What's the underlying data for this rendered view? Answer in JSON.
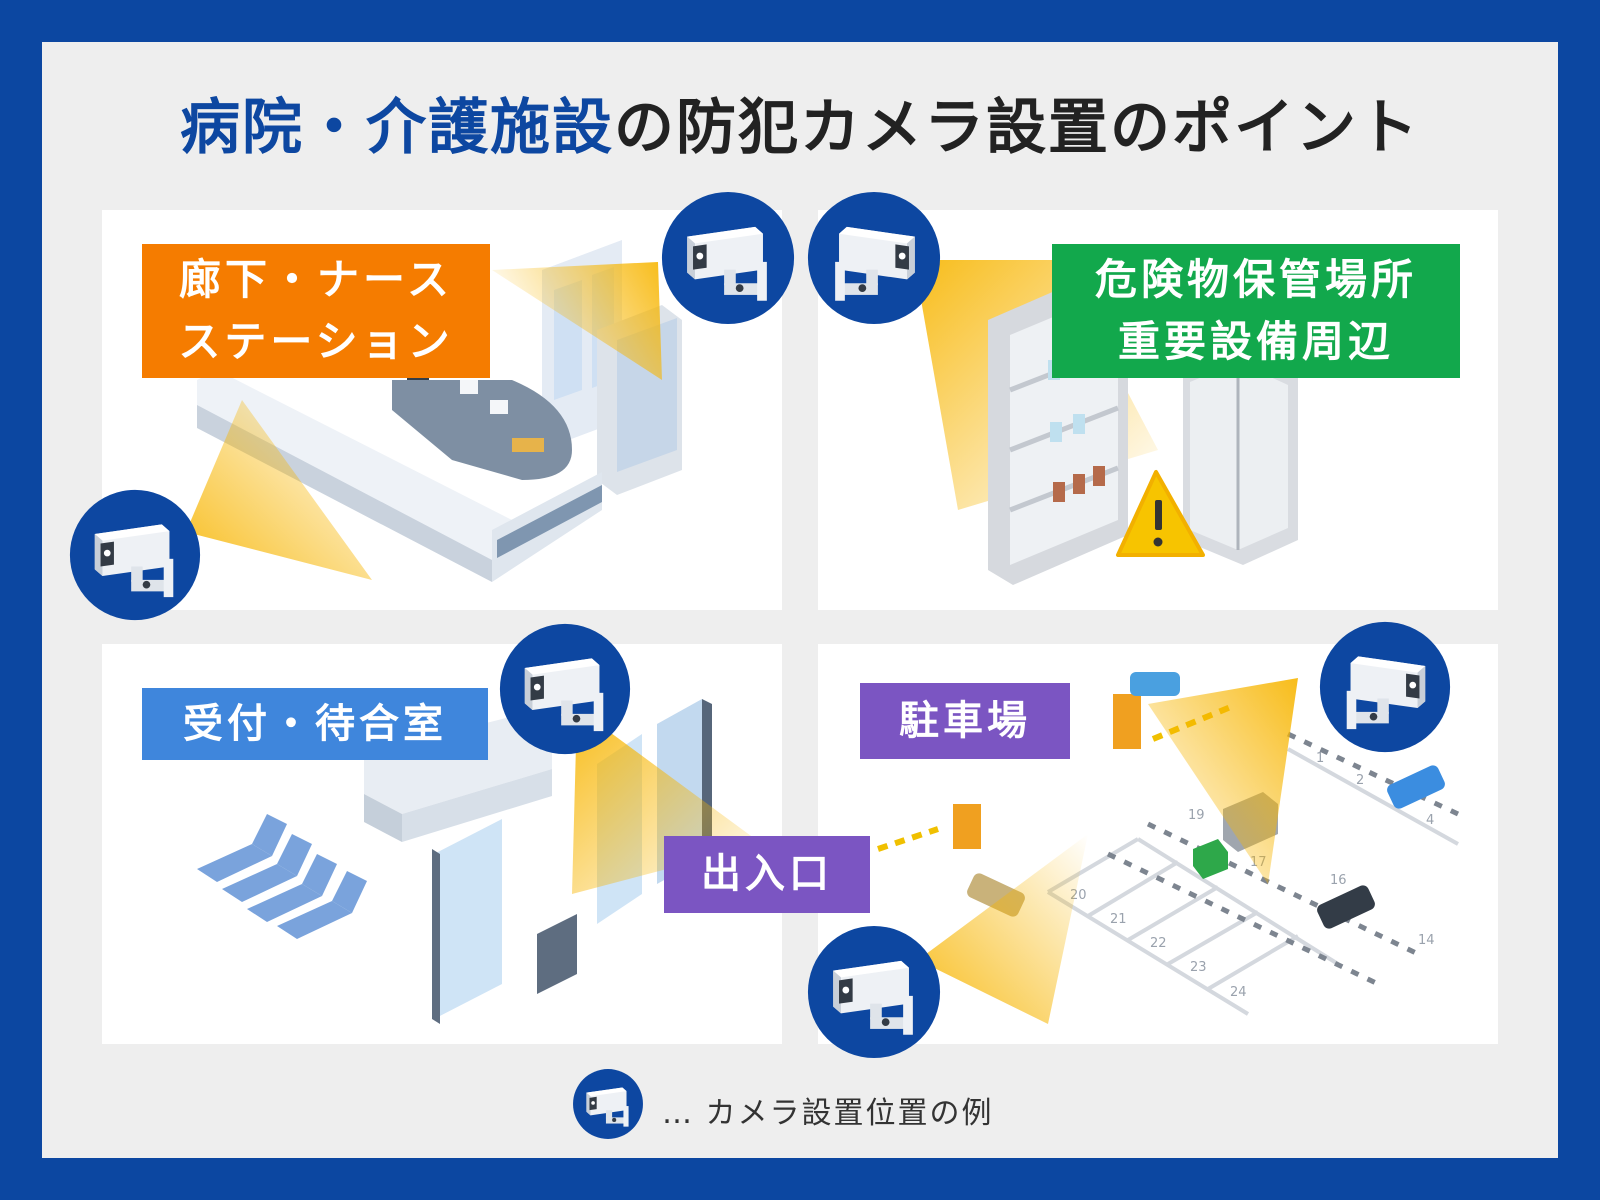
{
  "title": {
    "part1": "病院・介護施設",
    "part2": "の防犯カメラ設置のポイント"
  },
  "areas": [
    {
      "name": "corridor-nurse-station",
      "lines": [
        "廊下・ナース",
        "ステーション"
      ],
      "color": "#f57c00"
    },
    {
      "name": "hazardous-storage",
      "lines": [
        "危険物保管場所",
        "重要設備周辺"
      ],
      "color": "#12a84c"
    },
    {
      "name": "reception-waiting",
      "lines": [
        "受付・待合室"
      ],
      "color": "#3f86dc"
    },
    {
      "name": "parking",
      "lines": [
        "駐車場"
      ],
      "color": "#7b55c2"
    },
    {
      "name": "entrance",
      "lines": [
        "出入口"
      ],
      "color": "#7b55c2"
    }
  ],
  "parking_numbers": [
    "1",
    "2",
    "4",
    "14",
    "16",
    "17",
    "19",
    "20",
    "21",
    "22",
    "23",
    "24"
  ],
  "legend": {
    "text": "… カメラ設置位置の例"
  },
  "colors": {
    "frame": "#0c47a1",
    "background": "#eeeeee",
    "camera_circle": "#0d47a1",
    "light_cone": "#f7b500"
  },
  "icons": [
    "security-camera-icon",
    "warning-icon"
  ]
}
